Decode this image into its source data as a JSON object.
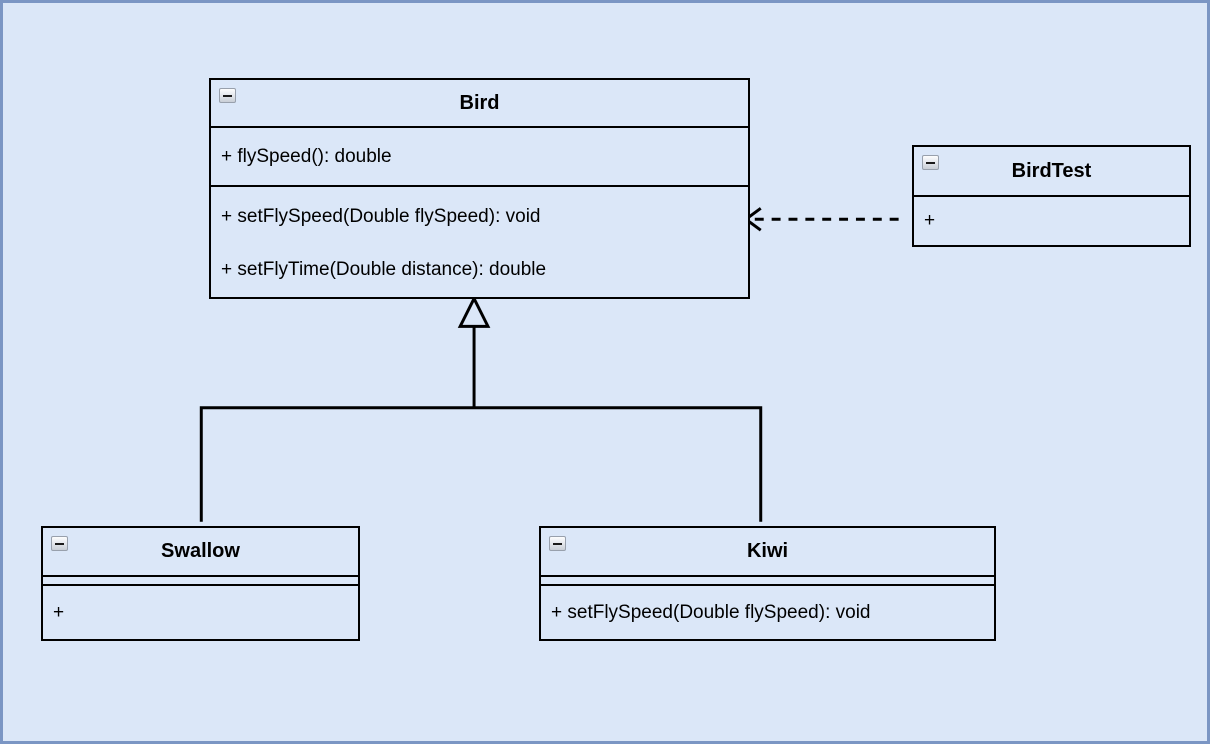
{
  "canvas": {
    "background_color": "#dbe7f8",
    "frame_color": "#7b96c4",
    "box_fill_color": "#dbe7f8",
    "stroke_color": "#000000"
  },
  "classes": [
    {
      "name": "Bird",
      "sections": [
        [
          "+ flySpeed(): double"
        ],
        [
          "+ setFlySpeed(Double flySpeed): void",
          "+ setFlyTime(Double distance): double"
        ]
      ]
    },
    {
      "name": "BirdTest",
      "sections": [
        [
          "+"
        ]
      ]
    },
    {
      "name": "Swallow",
      "sections": [
        [],
        [
          "+"
        ]
      ]
    },
    {
      "name": "Kiwi",
      "sections": [
        [],
        [
          "+ setFlySpeed(Double flySpeed): void"
        ]
      ]
    }
  ],
  "relationships": [
    {
      "type": "generalization",
      "children": [
        "Swallow",
        "Kiwi"
      ],
      "parent": "Bird",
      "line": "solid",
      "marker": "hollow-triangle"
    },
    {
      "type": "dependency",
      "from": "BirdTest",
      "to": "Bird",
      "line": "dashed",
      "marker": "open-arrow"
    }
  ],
  "icons": {
    "collapse": "minus-icon"
  }
}
